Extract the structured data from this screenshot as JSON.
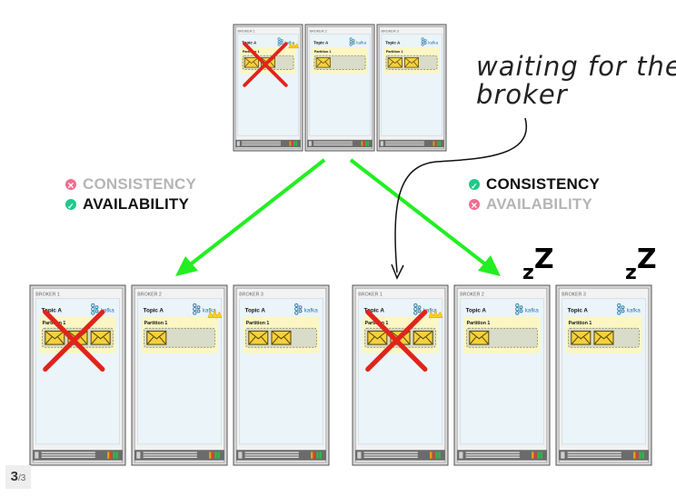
{
  "brokers": {
    "labels": [
      "BROKER 1",
      "BROKER 2",
      "BROKER 3"
    ],
    "topic": "Topic A",
    "partition": "Partition 1",
    "kafka_logo": "kafka"
  },
  "legend_left": {
    "consistency": "CONSISTENCY",
    "availability": "AVAILABILITY"
  },
  "legend_right": {
    "consistency": "CONSISTENCY",
    "availability": "AVAILABILITY"
  },
  "note": {
    "line1": "waiting for the",
    "line2": "broker"
  },
  "sleep_label": "zZ",
  "pager": {
    "current": "3",
    "total": "/3"
  },
  "colors": {
    "arrow": "#22ee22",
    "cross": "#e0241b",
    "message": "#f6d13a",
    "panel": "#eaf4f9",
    "partition_bg": "#fbf6c3"
  }
}
